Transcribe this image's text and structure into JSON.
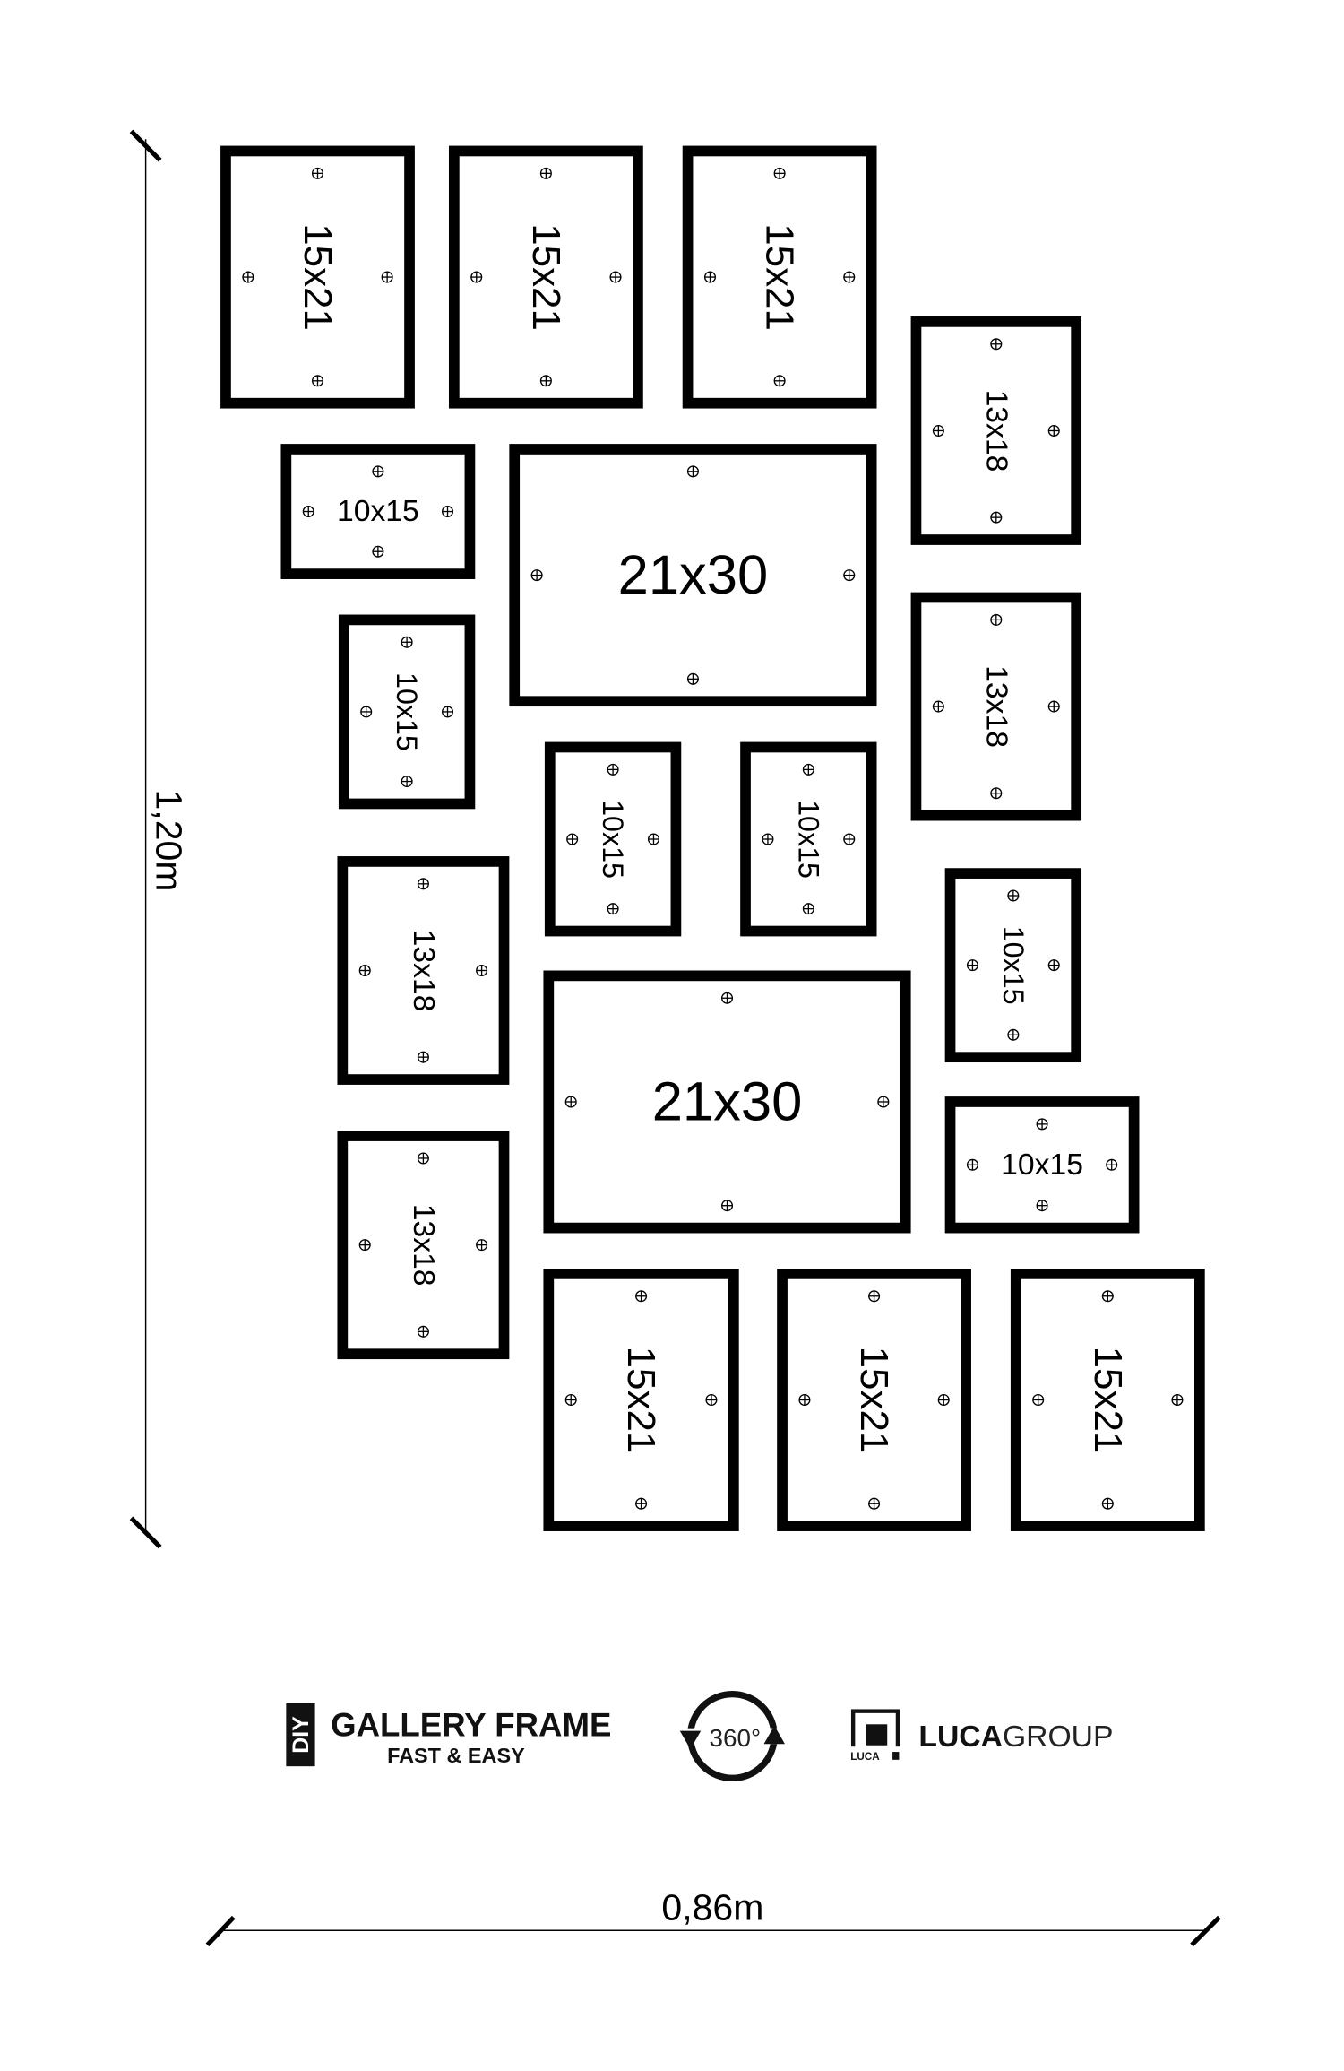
{
  "dimensions": {
    "height_label": "1,20m",
    "width_label": "0,86m"
  },
  "frames": [
    {
      "size": "15x21"
    },
    {
      "size": "15x21"
    },
    {
      "size": "15x21"
    },
    {
      "size": "13x18"
    },
    {
      "size": "10x15"
    },
    {
      "size": "21x30"
    },
    {
      "size": "13x18"
    },
    {
      "size": "10x15"
    },
    {
      "size": "10x15"
    },
    {
      "size": "10x15"
    },
    {
      "size": "13x18"
    },
    {
      "size": "10x15"
    },
    {
      "size": "21x30"
    },
    {
      "size": "10x15"
    },
    {
      "size": "13x18"
    },
    {
      "size": "15x21"
    },
    {
      "size": "15x21"
    },
    {
      "size": "15x21"
    }
  ],
  "logos": {
    "diy_badge": "DIY",
    "gallery_title": "GALLERY FRAME",
    "gallery_subtitle": "FAST & EASY",
    "rotation_label": "360°",
    "luca_mark": "LUCA",
    "luca_name_bold": "LUCA",
    "luca_name_thin": "GROUP"
  },
  "colors": {
    "frame": "#000000",
    "background": "#ffffff"
  }
}
